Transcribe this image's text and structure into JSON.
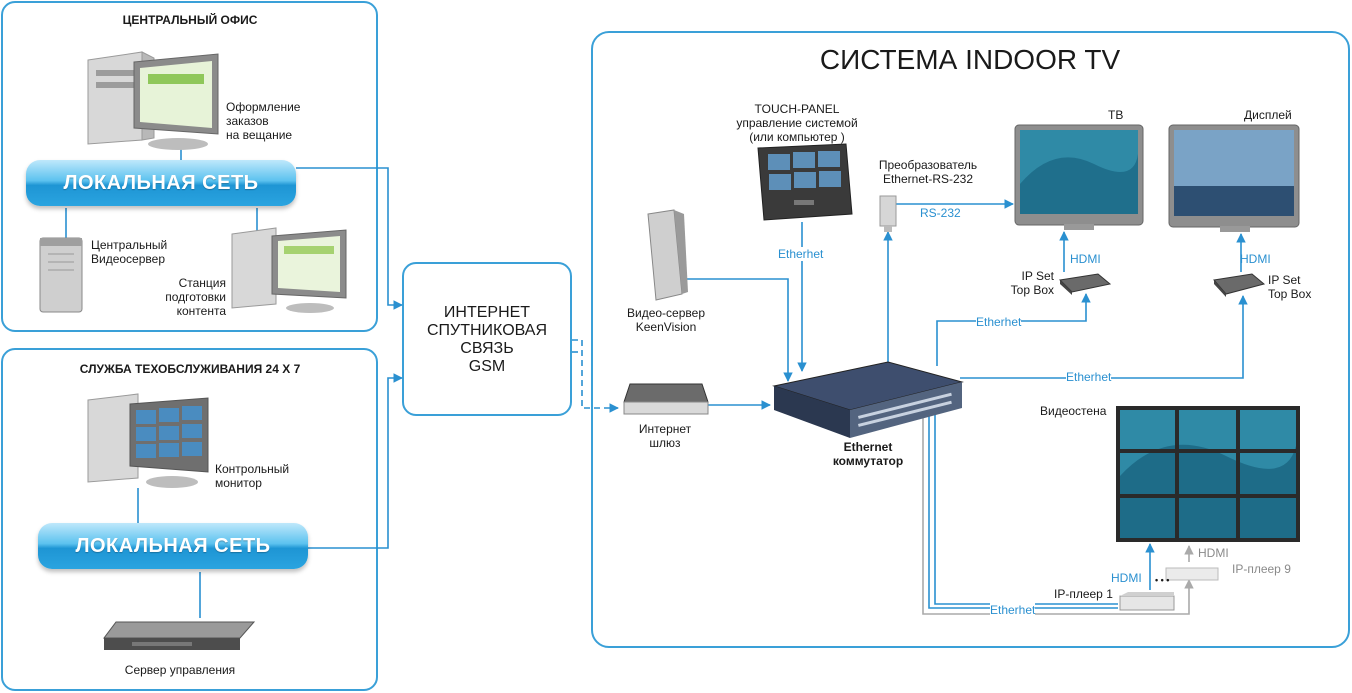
{
  "central_office": {
    "title": "ЦЕНТРАЛЬНЫЙ ОФИС",
    "lan_label": "ЛОКАЛЬНАЯ СЕТЬ",
    "order_pc": [
      "Оформление",
      "заказов",
      "на вещание"
    ],
    "video_server": [
      "Центральный",
      "Видеосервер"
    ],
    "content_station": [
      "Станция",
      "подготовки",
      "контента"
    ]
  },
  "service": {
    "title": "СЛУЖБА ТЕХОБСЛУЖИВАНИЯ 24 Х 7",
    "lan_label": "ЛОКАЛЬНАЯ СЕТЬ",
    "control_monitor": [
      "Контрольный",
      "монитор"
    ],
    "management_server": "Сервер управления"
  },
  "internet": [
    "ИНТЕРНЕТ",
    "СПУТНИКОВАЯ",
    "СВЯЗЬ",
    "GSM"
  ],
  "indoor": {
    "title": "СИСТЕМА INDOOR TV",
    "touch_panel": [
      "TOUCH-PANEL",
      "управление системой",
      "(или компьютер )"
    ],
    "converter": [
      "Преобразователь",
      "Ethernet-RS-232"
    ],
    "tv": "ТВ",
    "display": "Дисплей",
    "video_server": [
      "Видео-сервер",
      "KeenVision"
    ],
    "gateway": [
      "Интернет",
      "шлюз"
    ],
    "switch": [
      "Ethernet",
      "коммутатор"
    ],
    "stb1": [
      "IP Set",
      "Top Box"
    ],
    "stb2": [
      "IP Set",
      "Top Box"
    ],
    "videowall": "Видеостена",
    "player1": "IP-плеер 1",
    "player9": "IP-плеер 9",
    "dots": "• • •"
  },
  "links": {
    "ethernet": "Etherhet",
    "rs232": "RS-232",
    "hdmi": "HDMI"
  },
  "colors": {
    "accent": "#3aa0d8",
    "line": "#2a90d0",
    "gray_line": "#aaaaaa"
  }
}
